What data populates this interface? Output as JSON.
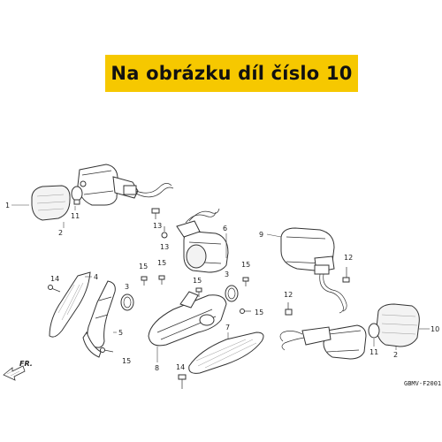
{
  "banner": {
    "text": "Na obrázku díl číslo 10",
    "color": "#f6c800"
  },
  "diagram_code": "GBMV-F2001",
  "front_arrow": "FR.",
  "callouts": {
    "c1": "1",
    "c2a": "2",
    "c11a": "11",
    "c13a": "13",
    "c13b": "13",
    "c6": "6",
    "c9": "9",
    "c12a": "12",
    "c14a": "14",
    "c4": "4",
    "c15a": "15",
    "c15b": "15",
    "c3a": "3",
    "c5": "5",
    "c15c": "15",
    "c15d": "15",
    "c3b": "3",
    "c15e": "15",
    "c15f": "15",
    "c12b": "12",
    "c10": "10",
    "c7": "7",
    "c8": "8",
    "c14b": "14",
    "c11b": "11",
    "c2b": "2"
  }
}
